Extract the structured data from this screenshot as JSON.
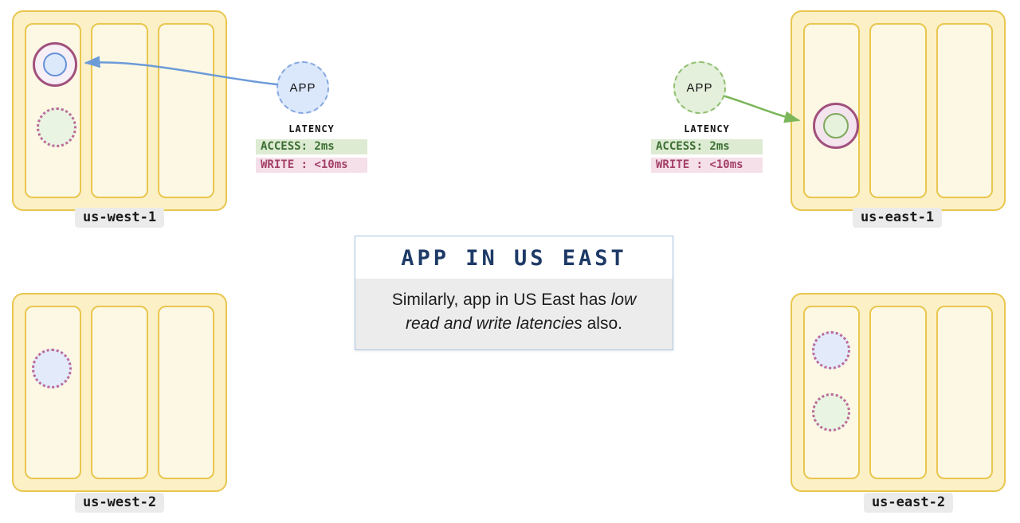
{
  "regions": {
    "us_west_1": {
      "label": "us-west-1"
    },
    "us_east_1": {
      "label": "us-east-1"
    },
    "us_west_2": {
      "label": "us-west-2"
    },
    "us_east_2": {
      "label": "us-east-2"
    }
  },
  "apps": {
    "west": {
      "label": "APP"
    },
    "east": {
      "label": "APP"
    }
  },
  "latency": {
    "west": {
      "title": "LATENCY",
      "access": "ACCESS: 2ms",
      "write": "WRITE : <10ms"
    },
    "east": {
      "title": "LATENCY",
      "access": "ACCESS: 2ms",
      "write": "WRITE : <10ms"
    }
  },
  "card": {
    "title": "APP IN US EAST",
    "body_before": "Similarly, app in US East has ",
    "body_italic": "low read and write latencies",
    "body_after": " also."
  },
  "colors": {
    "region_fill": "#FBF0C6",
    "region_border": "#E9C64E",
    "access_bg": "#DCEBD2",
    "access_text": "#3C6E33",
    "write_bg": "#F5DFE8",
    "write_text": "#A34067",
    "app_west_fill": "#DBE8FB",
    "app_west_border": "#85A8E0",
    "app_east_fill": "#E4F0DB",
    "app_east_border": "#8FBE6E",
    "arrow_west": "#6C9BD8",
    "arrow_east": "#7CB65A",
    "replica_ring": "#A1517D",
    "card_title_color": "#1E3A66"
  }
}
